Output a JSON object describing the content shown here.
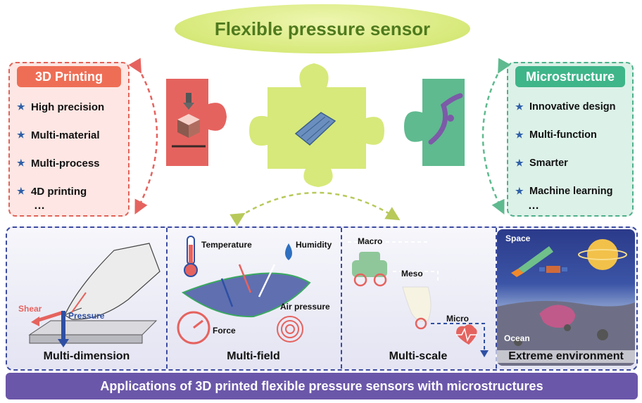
{
  "title": "Flexible pressure sensor",
  "left_panel": {
    "header": "3D Printing",
    "items": [
      "High precision",
      "Multi-material",
      "Multi-process",
      "4D printing"
    ],
    "ellipsis": "…"
  },
  "right_panel": {
    "header": "Microstructure",
    "items": [
      "Innovative design",
      "Multi-function",
      "Smarter",
      "Machine learning"
    ],
    "ellipsis": "…"
  },
  "star_glyph": "★",
  "sections": {
    "dimension": {
      "label": "Multi-dimension",
      "shear": "Shear",
      "pressure": "Pressure"
    },
    "field": {
      "label": "Multi-field",
      "temperature": "Temperature",
      "humidity": "Humidity",
      "force": "Force",
      "air_pressure": "Air pressure"
    },
    "scale": {
      "label": "Multi-scale",
      "macro": "Macro",
      "meso": "Meso",
      "micro": "Micro"
    },
    "environment": {
      "label": "Extreme environment",
      "space": "Space",
      "ocean": "Ocean"
    }
  },
  "banner": "Applications of 3D printed flexible pressure sensors with microstructures",
  "colors": {
    "red": "#e5635f",
    "green": "#5fba8f",
    "lime": "#d7e97a",
    "blue": "#2e4fa3",
    "purple": "#6b57a9"
  }
}
